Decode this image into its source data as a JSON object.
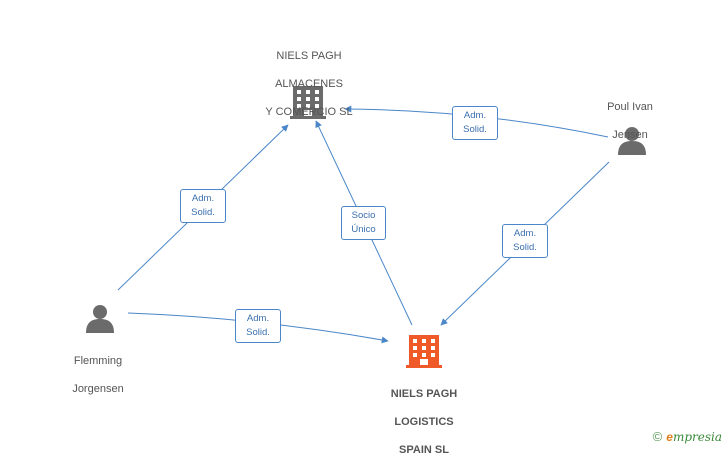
{
  "nodes": {
    "almacenes": {
      "lines": [
        "NIELS PAGH",
        "ALMACENES",
        "Y COMERCIO SL"
      ],
      "type": "company",
      "color": "#6b6b6b"
    },
    "poul": {
      "lines": [
        "Poul Ivan",
        "Jensen"
      ],
      "type": "person",
      "color": "#6b6b6b"
    },
    "flemming": {
      "lines": [
        "Flemming",
        "Jorgensen"
      ],
      "type": "person",
      "color": "#6b6b6b"
    },
    "logistics": {
      "lines": [
        "NIELS PAGH",
        "LOGISTICS",
        "SPAIN SL"
      ],
      "type": "company",
      "color": "#f05a28"
    }
  },
  "edges": {
    "flemming_almacenes": [
      "Adm.",
      "Solid."
    ],
    "poul_almacenes": [
      "Adm.",
      "Solid."
    ],
    "logistics_almacenes": [
      "Socio",
      "Único"
    ],
    "poul_logistics": [
      "Adm.",
      "Solid."
    ],
    "flemming_logistics": [
      "Adm.",
      "Solid."
    ]
  },
  "brand": {
    "copyright": "©",
    "initial": "e",
    "name": "mpresia"
  },
  "colors": {
    "edge": "#4a86c8",
    "person": "#6b6b6b",
    "company": "#6b6b6b",
    "highlight": "#f05a28"
  }
}
